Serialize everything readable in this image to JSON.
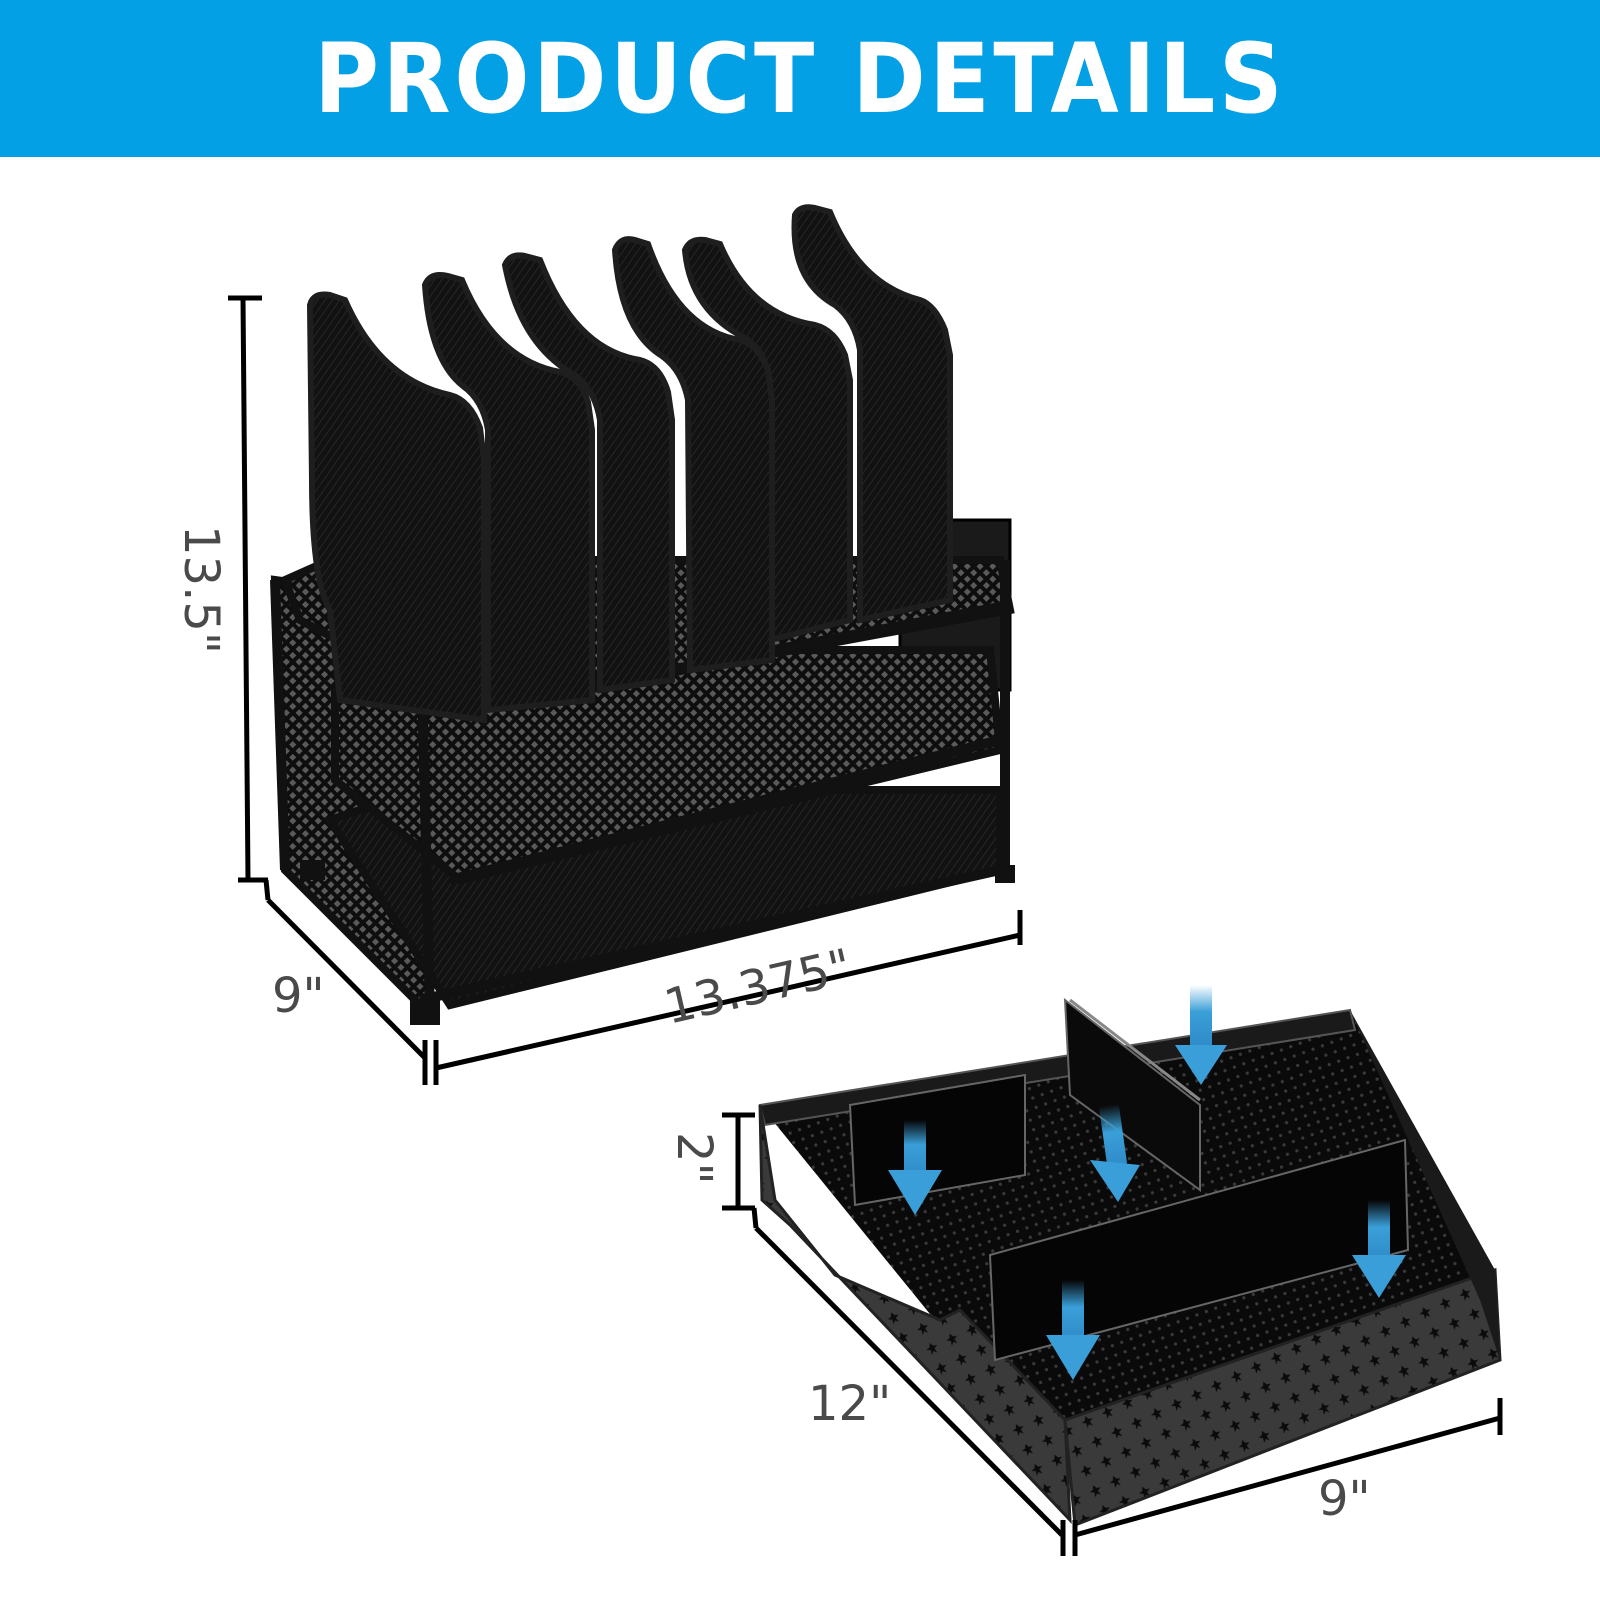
{
  "header": {
    "title": "PRODUCT DETAILS",
    "background_color": "#03a0e6",
    "text_color": "#ffffff"
  },
  "products": {
    "organizer": {
      "description": "Black mesh desk organizer with 5 vertical file sorter slots, 2 sliding paper trays and side hanging basket",
      "dimensions": {
        "height": "13.5\"",
        "depth": "9\"",
        "width": "13.375\""
      },
      "upright_slots": 6,
      "tray_tiers": 2
    },
    "drawer_tray": {
      "description": "Black perforated metal tray with removable dividers",
      "dimensions": {
        "height": "2\"",
        "length": "12\"",
        "width": "9\""
      },
      "divider_arrow_color": "#3a9fd8",
      "arrow_count": 5
    }
  },
  "colors": {
    "dimension_line": "#000000",
    "dimension_text": "#4a4a4a",
    "product_black": "#141414",
    "accent_blue": "#03a0e6"
  }
}
